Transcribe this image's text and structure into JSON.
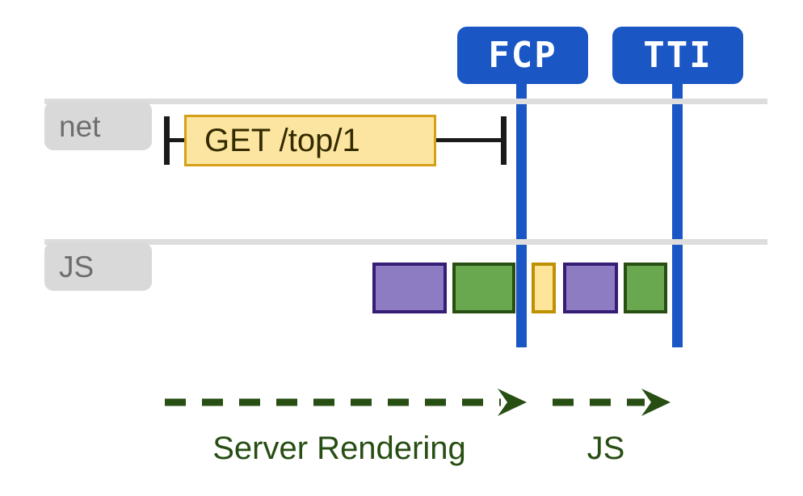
{
  "diagram": {
    "title": "Server Rendering vs JS performance timeline",
    "colors": {
      "marker_blue": "#1a56c4",
      "lane_rule_gray": "#dddddd",
      "lane_tag_gray": "#d9d9d9",
      "lane_tag_text": "#6e6e6e",
      "request_fill": "#fce5a0",
      "request_stroke": "#d4a017",
      "task_purple_fill": "#8e7cc3",
      "task_purple_stroke": "#351c75",
      "task_green_fill": "#6aa84f",
      "task_green_stroke": "#274e13",
      "task_yellow_fill": "#ffe599",
      "task_yellow_stroke": "#bf9000",
      "phase_green": "#274e13",
      "whisker_black": "#1a1a1a"
    }
  },
  "markers": [
    {
      "label": "FCP",
      "name": "first-contentful-paint"
    },
    {
      "label": "TTI",
      "name": "time-to-interactive"
    }
  ],
  "lanes": [
    {
      "tag": "net",
      "name": "network-lane"
    },
    {
      "tag": "JS",
      "name": "javascript-lane"
    }
  ],
  "network": {
    "requests": [
      {
        "label": "GET /top/1"
      }
    ]
  },
  "js_tasks": [
    {
      "kind": "purple"
    },
    {
      "kind": "green"
    },
    {
      "kind": "yellow"
    },
    {
      "kind": "purple"
    },
    {
      "kind": "green"
    }
  ],
  "phases": [
    {
      "label": "Server Rendering"
    },
    {
      "label": "JS"
    }
  ]
}
